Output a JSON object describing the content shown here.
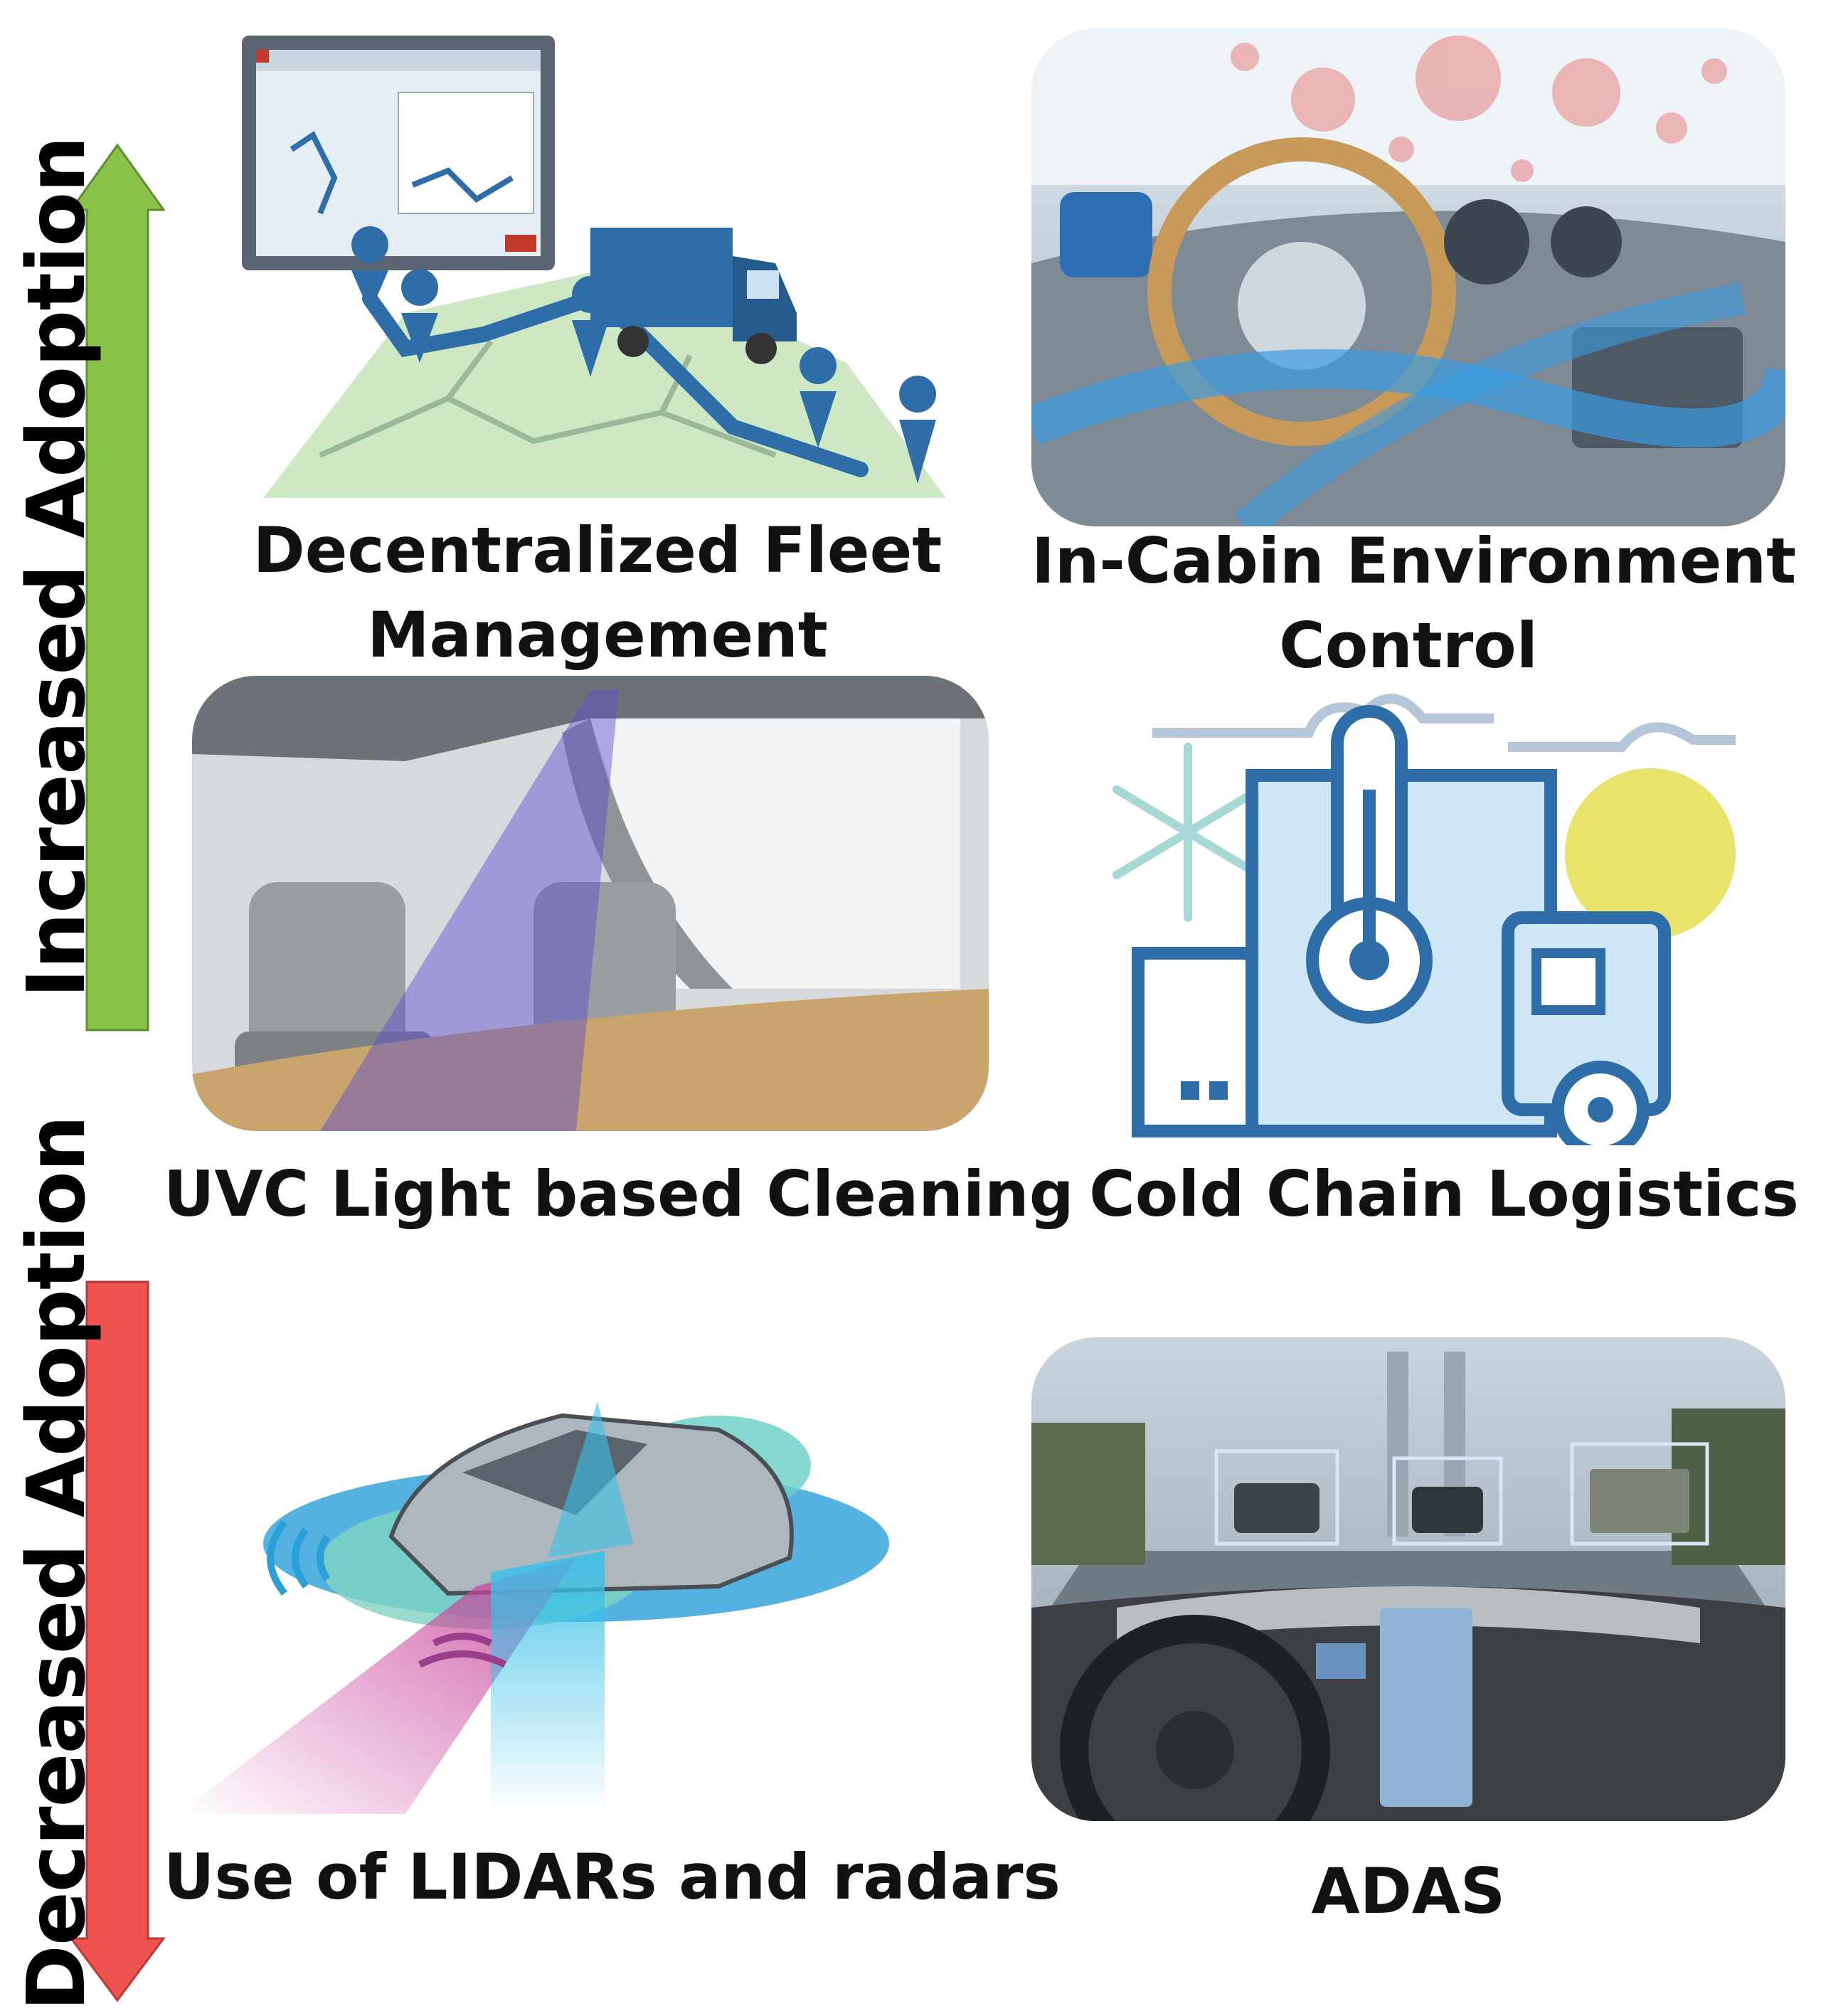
{
  "axis": {
    "top_label": "Increased Adoption",
    "bottom_label": "Decreased Adoption",
    "top_color": "#8BC34A",
    "bottom_color": "#EF5350"
  },
  "items": {
    "fleet": "Decentralized Fleet Management",
    "fleet_line1": "Decentralized Fleet",
    "fleet_line2": "Management",
    "cabin": "In-Cabin Environment Control",
    "cabin_line1": "In-Cabin Environment",
    "cabin_line2": "Control",
    "uvc": "UVC Light based Cleaning",
    "cold": "Cold Chain Logistics",
    "lidar": "Use of LIDARs and radars",
    "adas": "ADAS"
  },
  "icons": {
    "fleet": "fleet-map-truck-icon",
    "cabin": "car-dashboard-airflow-icon",
    "uvc": "uvc-car-interior-icon",
    "cold": "refrigerated-truck-thermometer-icon",
    "lidar": "car-lidar-radar-icon",
    "adas": "adas-dashboard-view-icon"
  },
  "colors": {
    "line_blue": "#2F6DA8",
    "sun_yellow": "#E8E36A",
    "snow_teal": "#A7D8D5",
    "map_green": "#CFE8C4"
  }
}
